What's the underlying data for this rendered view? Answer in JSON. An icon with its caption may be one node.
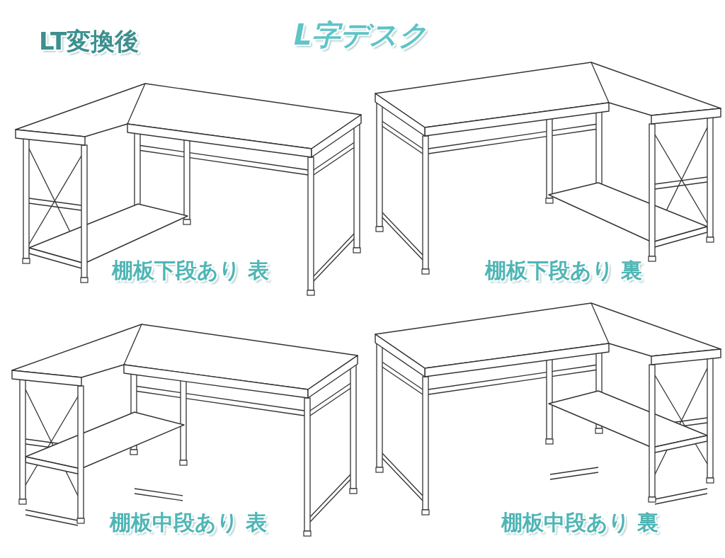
{
  "diagram": {
    "title": "L字デスク",
    "labels": [
      "LT変換後",
      "棚板下段あり 表",
      "棚板下段あり 裏",
      "棚板中段あり 表",
      "棚板中段あり 裏"
    ]
  }
}
